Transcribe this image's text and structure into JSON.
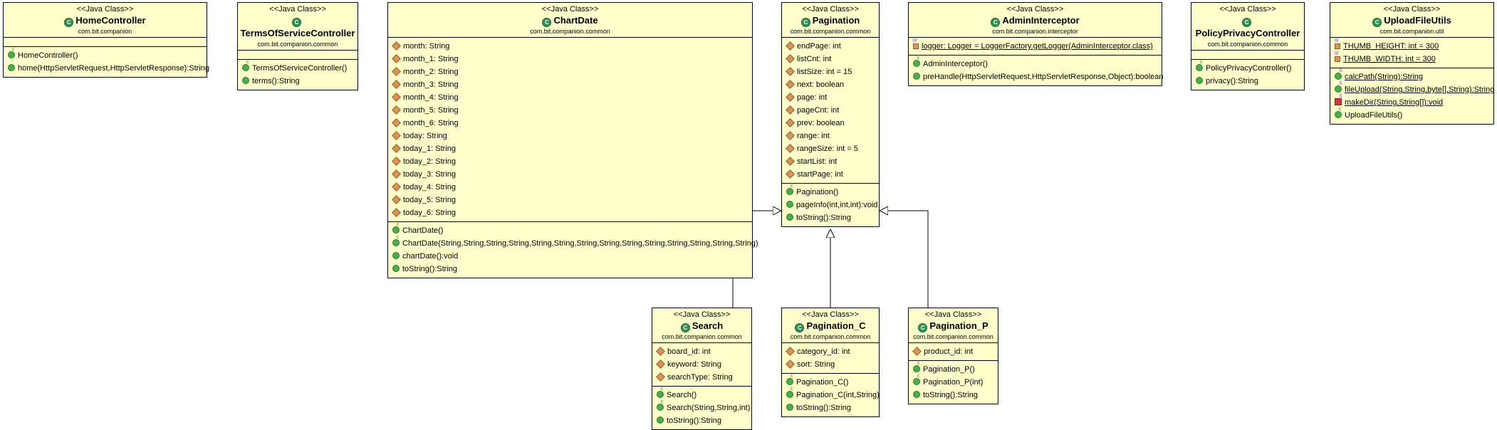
{
  "stereotype": "<<Java Class>>",
  "classes": {
    "home": {
      "name": "HomeController",
      "package": "com.bit.companion",
      "fields": [],
      "methods": [
        "HomeController()",
        "home(HttpServletRequest,HttpServletResponse):String"
      ]
    },
    "tos": {
      "name": "TermsOfServiceController",
      "package": "com.bit.companion.common",
      "fields": [],
      "methods": [
        "TermsOfServiceController()",
        "terms():String"
      ]
    },
    "chartdate": {
      "name": "ChartDate",
      "package": "com.bit.companion.common",
      "fields": [
        "month: String",
        "month_1: String",
        "month_2: String",
        "month_3: String",
        "month_4: String",
        "month_5: String",
        "month_6: String",
        "today: String",
        "today_1: String",
        "today_2: String",
        "today_3: String",
        "today_4: String",
        "today_5: String",
        "today_6: String"
      ],
      "methods": [
        "ChartDate()",
        "ChartDate(String,String,String,String,String,String,String,String,String,String,String,String,String,String)",
        "chartDate():void",
        "toString():String"
      ]
    },
    "pagination": {
      "name": "Pagination",
      "package": "com.bit.companion.common",
      "fields": [
        "endPage: int",
        "listCnt: int",
        "listSize: int = 15",
        "next: boolean",
        "page: int",
        "pageCnt: int",
        "prev: boolean",
        "range: int",
        "rangeSize: int = 5",
        "startList: int",
        "startPage: int"
      ],
      "methods": [
        "Pagination()",
        "pageInfo(int,int,int):void",
        "toString():String"
      ]
    },
    "admin": {
      "name": "AdminInterceptor",
      "package": "com.bit.companion.interceptor",
      "fields": [
        "logger: Logger = LoggerFactory.getLogger(AdminInterceptor.class)"
      ],
      "methods": [
        "AdminInterceptor()",
        "preHandle(HttpServletRequest,HttpServletResponse,Object):boolean"
      ]
    },
    "policy": {
      "name": "PolicyPrivacyController",
      "package": "com.bit.companion.common",
      "fields": [],
      "methods": [
        "PolicyPrivacyController()",
        "privacy():String"
      ]
    },
    "upload": {
      "name": "UploadFileUtils",
      "package": "com.bit.companion.util",
      "fields": [
        "THUMB_HEIGHT: int = 300",
        "THUMB_WIDTH: int = 300"
      ],
      "methods": [
        "calcPath(String):String",
        "fileUpload(String,String,byte[],String):String",
        "makeDir(String,String[]):void",
        "UploadFileUtils()"
      ]
    },
    "search": {
      "name": "Search",
      "package": "com.bit.companion.common",
      "fields": [
        "board_id: int",
        "keyword: String",
        "searchType: String"
      ],
      "methods": [
        "Search()",
        "Search(String,String,int)",
        "toString():String"
      ]
    },
    "pagc": {
      "name": "Pagination_C",
      "package": "com.bit.companion.common",
      "fields": [
        "category_id: int",
        "sort: String"
      ],
      "methods": [
        "Pagination_C()",
        "Pagination_C(int,String)",
        "toString():String"
      ]
    },
    "pagp": {
      "name": "Pagination_P",
      "package": "com.bit.companion.common",
      "fields": [
        "product_id: int"
      ],
      "methods": [
        "Pagination_P()",
        "Pagination_P(int)",
        "toString():String"
      ]
    }
  }
}
